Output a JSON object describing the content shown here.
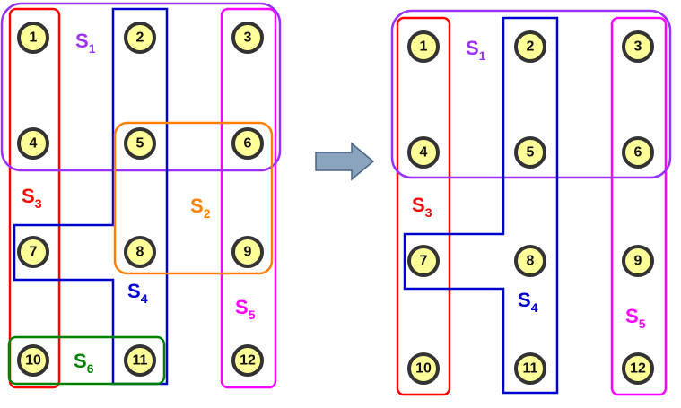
{
  "colors": {
    "s1": "#9b30ff",
    "s2": "#ff8000",
    "s3": "#ff0000",
    "s4": "#0000cc",
    "s5": "#ff00ff",
    "s6": "#008000",
    "arrow": "#7a95b0",
    "node_fill": "#ffff99"
  },
  "left": {
    "nodes": [
      "1",
      "2",
      "3",
      "4",
      "5",
      "6",
      "7",
      "8",
      "9",
      "10",
      "11",
      "12"
    ],
    "labels": {
      "s1": {
        "base": "S",
        "sub": "1"
      },
      "s2": {
        "base": "S",
        "sub": "2"
      },
      "s3": {
        "base": "S",
        "sub": "3"
      },
      "s4": {
        "base": "S",
        "sub": "4"
      },
      "s5": {
        "base": "S",
        "sub": "5"
      },
      "s6": {
        "base": "S",
        "sub": "6"
      }
    }
  },
  "right": {
    "nodes": [
      "1",
      "2",
      "3",
      "4",
      "5",
      "6",
      "7",
      "8",
      "9",
      "10",
      "11",
      "12"
    ],
    "labels": {
      "s1": {
        "base": "S",
        "sub": "1"
      },
      "s3": {
        "base": "S",
        "sub": "3"
      },
      "s4": {
        "base": "S",
        "sub": "4"
      },
      "s5": {
        "base": "S",
        "sub": "5"
      }
    }
  },
  "arrow_icon": "right-arrow-icon"
}
